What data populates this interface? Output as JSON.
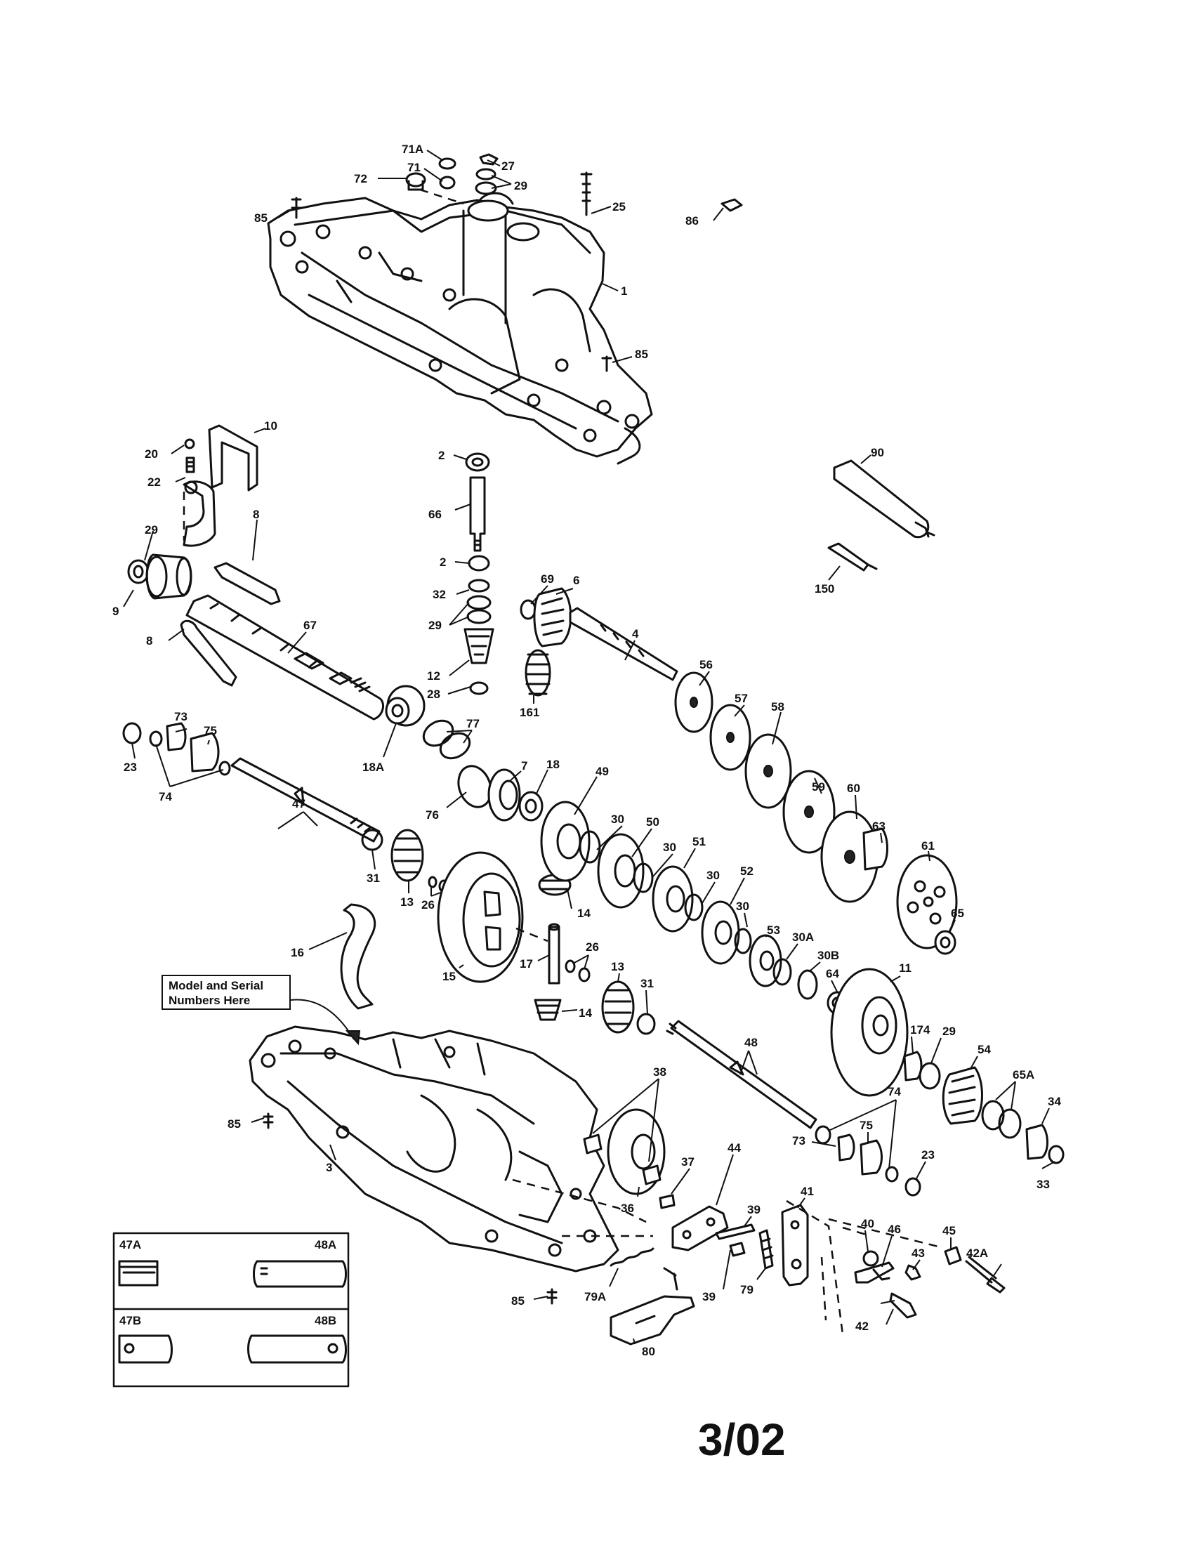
{
  "note": {
    "line1": "Model and Serial",
    "line2": "Numbers Here"
  },
  "date_code": "3/02",
  "inset": {
    "cells": [
      "47A",
      "48A",
      "47B",
      "48B"
    ]
  },
  "callouts": [
    "71A",
    "27",
    "72",
    "71",
    "29",
    "85",
    "25",
    "86",
    "1",
    "85",
    "20",
    "10",
    "22",
    "2",
    "66",
    "90",
    "29",
    "8",
    "9",
    "2",
    "32",
    "29",
    "67",
    "8",
    "69",
    "6",
    "4",
    "150",
    "12",
    "28",
    "161",
    "56",
    "57",
    "58",
    "23",
    "73",
    "75",
    "74",
    "77",
    "18A",
    "76",
    "7",
    "18",
    "49",
    "59",
    "60",
    "63",
    "61",
    "65",
    "47",
    "31",
    "13",
    "26",
    "30",
    "50",
    "30",
    "51",
    "30",
    "52",
    "30",
    "53",
    "30A",
    "30B",
    "16",
    "15",
    "14",
    "17",
    "26",
    "13",
    "31",
    "14",
    "64",
    "11",
    "174",
    "29",
    "54",
    "65A",
    "34",
    "48",
    "74",
    "73",
    "75",
    "23",
    "33",
    "38",
    "37",
    "36",
    "44",
    "39",
    "41",
    "40",
    "46",
    "45",
    "42A",
    "43",
    "85",
    "3",
    "85",
    "79A",
    "39",
    "79",
    "80",
    "42"
  ]
}
